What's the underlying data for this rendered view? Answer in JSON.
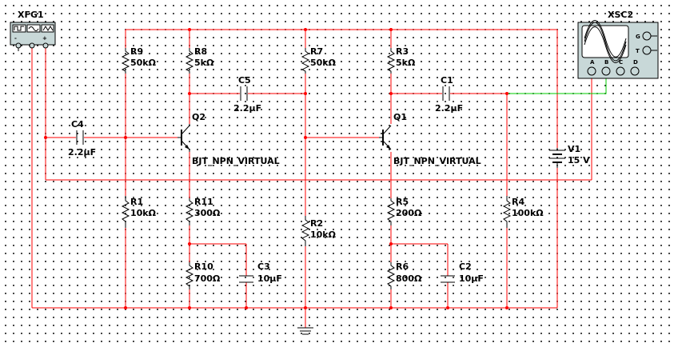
{
  "instruments": {
    "function_generator": {
      "ref": "XFG1",
      "terminals": [
        "-",
        "+"
      ],
      "icon": "function-generator-icon"
    },
    "oscilloscope": {
      "ref": "XSC2",
      "terminals": [
        "A",
        "B",
        "C",
        "D",
        "G",
        "T"
      ],
      "icon": "oscilloscope-icon"
    }
  },
  "components": {
    "R9": {
      "ref": "R9",
      "value": "50kΩ"
    },
    "R8": {
      "ref": "R8",
      "value": "5kΩ"
    },
    "R7": {
      "ref": "R7",
      "value": "50kΩ"
    },
    "R3": {
      "ref": "R3",
      "value": "5kΩ"
    },
    "C5": {
      "ref": "C5",
      "value": "2.2µF"
    },
    "C1": {
      "ref": "C1",
      "value": "2.2µF"
    },
    "C4": {
      "ref": "C4",
      "value": "2.2µF"
    },
    "Q2": {
      "ref": "Q2",
      "model": "BJT_NPN_VIRTUAL"
    },
    "Q1": {
      "ref": "Q1",
      "model": "BJT_NPN_VIRTUAL"
    },
    "V1": {
      "ref": "V1",
      "value": "15 V"
    },
    "R1": {
      "ref": "R1",
      "value": "10kΩ"
    },
    "R11": {
      "ref": "R11",
      "value": "300Ω"
    },
    "R2": {
      "ref": "R2",
      "value": "10kΩ"
    },
    "R5": {
      "ref": "R5",
      "value": "200Ω"
    },
    "R4": {
      "ref": "R4",
      "value": "100kΩ"
    },
    "R10": {
      "ref": "R10",
      "value": "700Ω"
    },
    "C3": {
      "ref": "C3",
      "value": "10µF"
    },
    "R6": {
      "ref": "R6",
      "value": "800Ω"
    },
    "C2": {
      "ref": "C2",
      "value": "10µF"
    }
  },
  "colors": {
    "wire": "#ff0000",
    "probe_wire": "#00cc00",
    "component": "#000000",
    "instrument_body": "#c8d8d8",
    "grid_dot": "#000000",
    "background": "#ffffff"
  }
}
